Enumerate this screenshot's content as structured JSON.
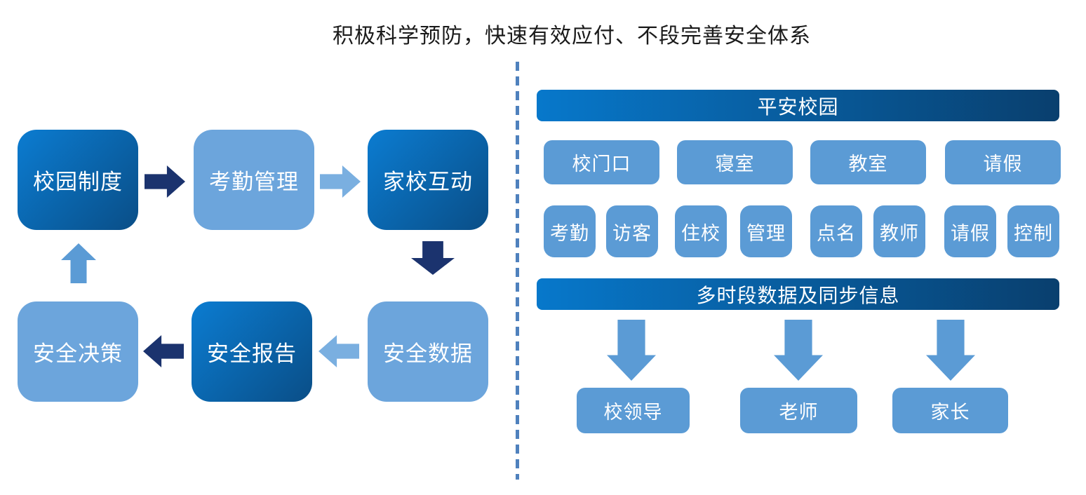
{
  "title": "积极科学预防，快速有效应付、不段完善安全体系",
  "colors": {
    "panel_box": "#5B9BD5",
    "light_box": "#6CA5DC",
    "light_arrow": "#7AAFE0",
    "dark_arrow": "#1B336E",
    "gradient_box_start": "#0B7CD1",
    "gradient_box_end": "#0A4E87",
    "header_gradient_start": "#0778CB",
    "header_gradient_end": "#093F6E",
    "divider": "#4F81BD"
  },
  "flow_cycle": {
    "boxes": [
      {
        "label": "校园制度",
        "variant": "gradient"
      },
      {
        "label": "考勤管理",
        "variant": "light"
      },
      {
        "label": "家校互动",
        "variant": "gradient"
      },
      {
        "label": "安全数据",
        "variant": "light"
      },
      {
        "label": "安全报告",
        "variant": "gradient"
      },
      {
        "label": "安全决策",
        "variant": "light"
      }
    ]
  },
  "right_panel": {
    "header_top": "平安校园",
    "location_boxes": [
      "校门口",
      "寝室",
      "教室",
      "请假"
    ],
    "function_boxes": [
      "考勤",
      "访客",
      "住校",
      "管理",
      "点名",
      "教师",
      "请假",
      "控制"
    ],
    "header_middle": "多时段数据及同步信息",
    "recipient_boxes": [
      "校领导",
      "老师",
      "家长"
    ]
  }
}
